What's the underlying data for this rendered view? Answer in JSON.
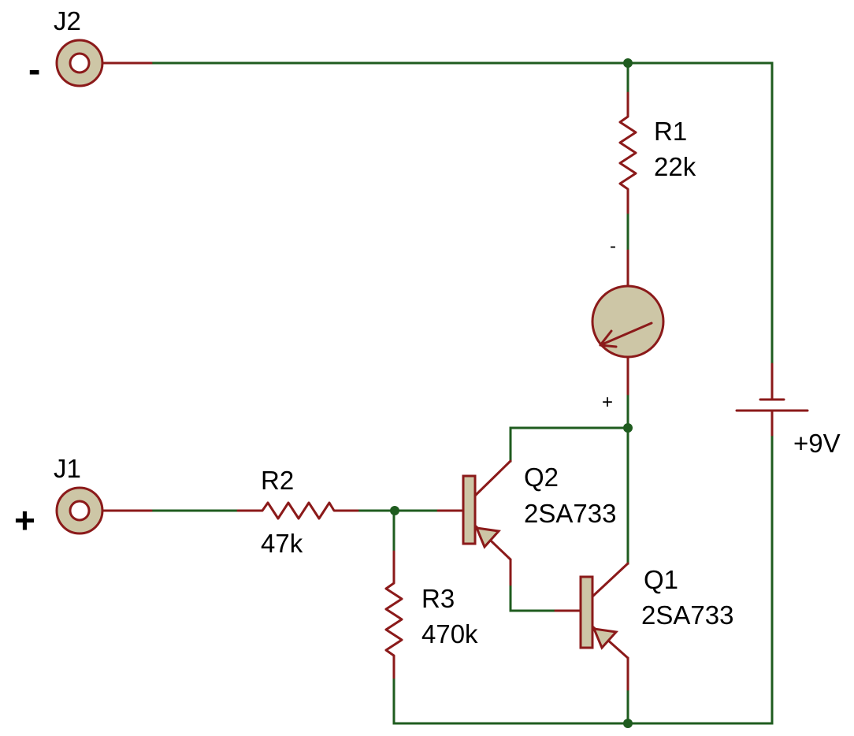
{
  "components": {
    "J2": {
      "ref": "J2",
      "polarity": "-"
    },
    "J1": {
      "ref": "J1",
      "polarity": "+"
    },
    "R1": {
      "ref": "R1",
      "value": "22k"
    },
    "R2": {
      "ref": "R2",
      "value": "47k"
    },
    "R3": {
      "ref": "R3",
      "value": "470k"
    },
    "Q1": {
      "ref": "Q1",
      "value": "2SA733"
    },
    "Q2": {
      "ref": "Q2",
      "value": "2SA733"
    },
    "battery": {
      "value": "+9V"
    },
    "meter": {
      "minus": "-",
      "plus": "+"
    }
  },
  "colors": {
    "wire": "#1f5c1f",
    "component": "#8b1a1a",
    "component_fill": "#cdc6a6"
  }
}
